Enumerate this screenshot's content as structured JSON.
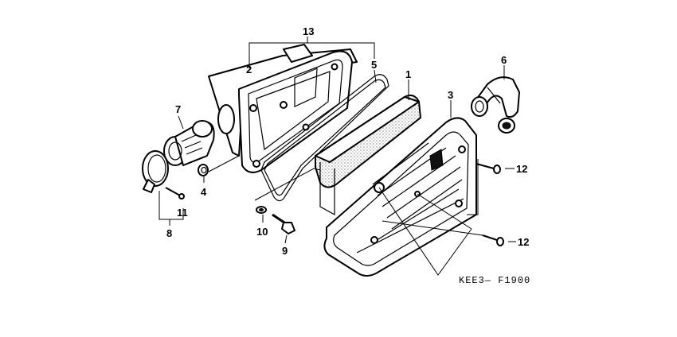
{
  "diagram_code": "KEE3— F1900",
  "callouts": [
    {
      "id": "c1",
      "label": "1"
    },
    {
      "id": "c2",
      "label": "2"
    },
    {
      "id": "c3",
      "label": "3"
    },
    {
      "id": "c4",
      "label": "4"
    },
    {
      "id": "c5",
      "label": "5"
    },
    {
      "id": "c6",
      "label": "6"
    },
    {
      "id": "c7",
      "label": "7"
    },
    {
      "id": "c8",
      "label": "8"
    },
    {
      "id": "c9",
      "label": "9"
    },
    {
      "id": "c10",
      "label": "10"
    },
    {
      "id": "c11",
      "label": "11"
    },
    {
      "id": "c12a",
      "label": "12"
    },
    {
      "id": "c12b",
      "label": "12"
    },
    {
      "id": "c13",
      "label": "13"
    }
  ]
}
